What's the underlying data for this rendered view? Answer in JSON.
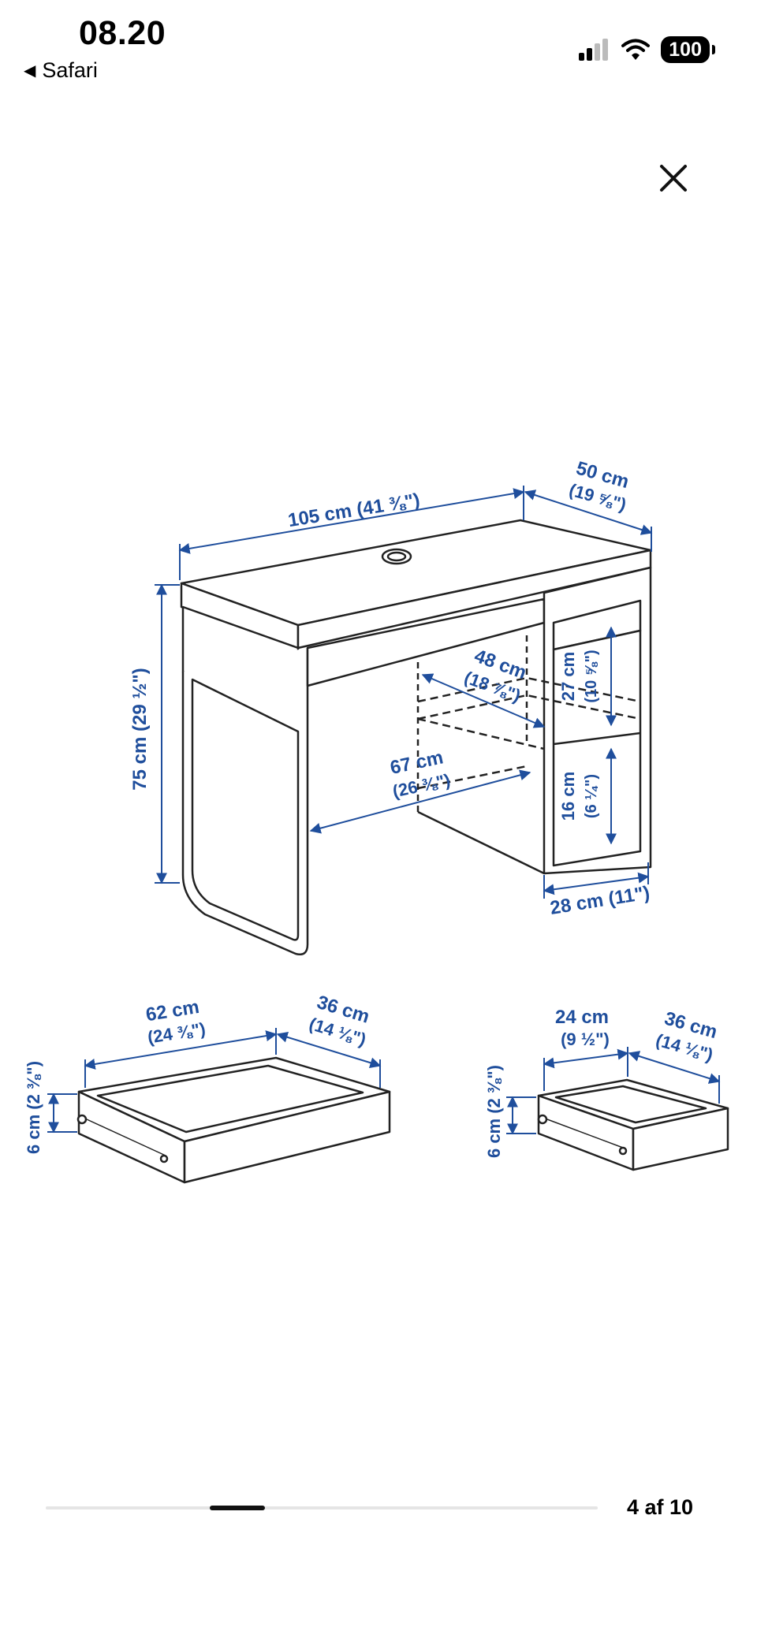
{
  "status": {
    "time": "08.20",
    "back_label": "Safari",
    "battery": "100"
  },
  "icons": {
    "back": "back-triangle-icon",
    "signal": "cellular-signal-icon",
    "wifi": "wifi-icon",
    "battery": "battery-icon",
    "close": "close-icon"
  },
  "dimensions": {
    "desk_width": "105 cm (41 ⅜\")",
    "desk_depth_cm": "50 cm",
    "desk_depth_in": "(19 ⅝\")",
    "desk_height": "75 cm (29 ½\")",
    "inner_depth_cm": "48 cm",
    "inner_depth_in": "(18 ⅞\")",
    "inner_width_cm": "67 cm",
    "inner_width_in": "(26 ⅜\")",
    "upper_height_cm": "27 cm",
    "upper_height_in": "(10 ⅝\")",
    "lower_height_cm": "16 cm",
    "lower_height_in": "(6 ¼\")",
    "shelf_width": "28 cm (11\")",
    "large_drawer_width_cm": "62 cm",
    "large_drawer_width_in": "(24 ⅜\")",
    "large_drawer_depth_cm": "36 cm",
    "large_drawer_depth_in": "(14 ⅛\")",
    "large_drawer_height": "6 cm (2 ⅜\")",
    "small_drawer_width_cm": "24 cm",
    "small_drawer_width_in": "(9 ½\")",
    "small_drawer_depth_cm": "36 cm",
    "small_drawer_depth_in": "(14 ⅛\")",
    "small_drawer_height": "6 cm (2 ⅜\")"
  },
  "gallery": {
    "counter": "4 af 10",
    "progress": 0.33
  }
}
